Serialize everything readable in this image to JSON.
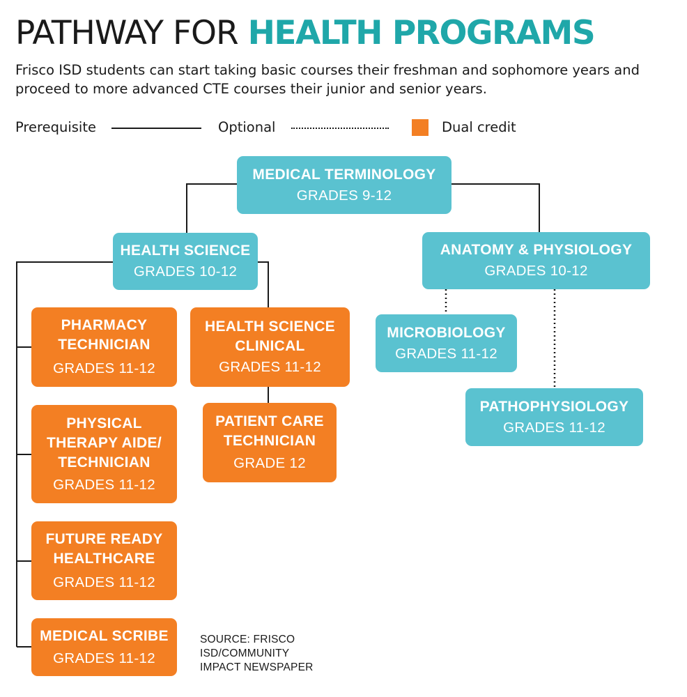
{
  "title": {
    "light": "PATHWAY FOR ",
    "bold": "HEALTH PROGRAMS"
  },
  "subtitle": "Frisco ISD students can start taking basic courses their freshman and sophomore years and proceed to more advanced CTE courses their junior and senior years.",
  "legend": {
    "prerequisite": "Prerequisite",
    "optional": "Optional",
    "dual_credit": "Dual credit",
    "dual_credit_color": "#f37f23"
  },
  "colors": {
    "teal": "#5ac2d0",
    "orange": "#f37f23",
    "title_accent": "#1fa7a9"
  },
  "courses": {
    "medical_terminology": {
      "name": "MEDICAL TERMINOLOGY",
      "grades": "GRADES 9-12"
    },
    "health_science": {
      "name": "HEALTH SCIENCE",
      "grades": "GRADES 10-12"
    },
    "anatomy_physiology": {
      "name": "ANATOMY & PHYSIOLOGY",
      "grades": "GRADES 10-12"
    },
    "pharmacy_technician": {
      "name_line1": "PHARMACY",
      "name_line2": "TECHNICIAN",
      "grades": "GRADES 11-12"
    },
    "health_science_clinical": {
      "name_line1": "HEALTH SCIENCE",
      "name_line2": "CLINICAL",
      "grades": "GRADES 11-12"
    },
    "patient_care_technician": {
      "name_line1": "PATIENT CARE",
      "name_line2": "TECHNICIAN",
      "grades": "GRADE 12"
    },
    "physical_therapy": {
      "name_line1": "PHYSICAL",
      "name_line2": "THERAPY AIDE/",
      "name_line3": "TECHNICIAN",
      "grades": "GRADES 11-12"
    },
    "future_ready_healthcare": {
      "name_line1": "FUTURE READY",
      "name_line2": "HEALTHCARE",
      "grades": "GRADES 11-12"
    },
    "medical_scribe": {
      "name": "MEDICAL SCRIBE",
      "grades": "GRADES 11-12"
    },
    "microbiology": {
      "name": "MICROBIOLOGY",
      "grades": "GRADES 11-12"
    },
    "pathophysiology": {
      "name": "PATHOPHYSIOLOGY",
      "grades": "GRADES 11-12"
    }
  },
  "source": {
    "line1": "SOURCE: FRISCO",
    "line2": "ISD/COMMUNITY",
    "line3": "IMPACT NEWSPAPER"
  }
}
